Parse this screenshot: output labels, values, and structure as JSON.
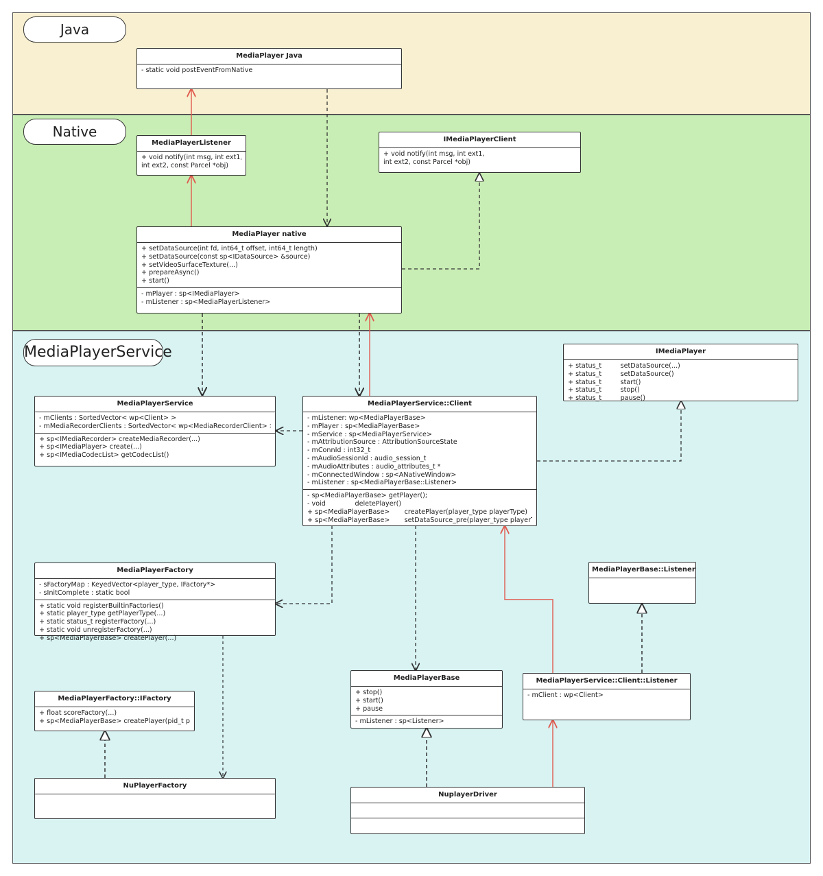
{
  "layers": {
    "java": "Java",
    "native": "Native",
    "service": "MediaPlayerService"
  },
  "colors": {
    "java_bg": "#f8f0d0",
    "native_bg": "#c9eeb5",
    "service_bg": "#d9f3f3",
    "association_red": "#e05a4f",
    "dependency_black": "#333333"
  },
  "classes": {
    "mediaplayer_java": {
      "title": "MediaPlayer Java",
      "sections": [
        [
          "- static void postEventFromNative"
        ]
      ]
    },
    "mediaplayer_listener": {
      "title": "MediaPlayerListener",
      "sections": [
        [
          "+ void notify(int msg, int ext1,",
          "int ext2, const Parcel *obj)"
        ]
      ]
    },
    "imediaplayer_client": {
      "title": "IMediaPlayerClient",
      "sections": [
        [
          "+ void notify(int msg, int ext1,",
          "int ext2, const Parcel *obj)"
        ]
      ]
    },
    "mediaplayer_native": {
      "title": "MediaPlayer native",
      "sections": [
        [
          "+ setDataSource(int fd, int64_t offset, int64_t length)",
          "+ setDataSource(const sp<IDataSource> &source)",
          "+ setVideoSurfaceTexture(...)",
          "+ prepareAsync()",
          "+ start()"
        ],
        [
          "- mPlayer : sp<IMediaPlayer>",
          "- mListener : sp<MediaPlayerListener>"
        ]
      ]
    },
    "imediaplayer": {
      "title": "IMediaPlayer",
      "sections": [
        [
          "+ status_t         setDataSource(...)",
          "+ status_t         setDataSource()",
          "+ status_t         start()",
          "+ status_t         stop()",
          "+ status_t         pause()"
        ]
      ]
    },
    "mediaplayer_service": {
      "title": "MediaPlayerService",
      "sections": [
        [
          "- mClients : SortedVector< wp<Client> >",
          "- mMediaRecorderClients : SortedVector< wp<MediaRecorderClient> >"
        ],
        [
          "+ sp<IMediaRecorder> createMediaRecorder(...)",
          "+ sp<IMediaPlayer> create(...)",
          "+ sp<IMediaCodecList> getCodecList()"
        ]
      ]
    },
    "mediaplayer_service_client": {
      "title": "MediaPlayerService::Client",
      "sections": [
        [
          "- mListener: wp<MediaPlayerBase>",
          "- mPlayer : sp<MediaPlayerBase>",
          "- mService : sp<MediaPlayerService>",
          "- mAttributionSource : AttributionSourceState",
          "- mConnId : int32_t",
          "- mAudioSessionId : audio_session_t",
          "- mAudioAttributes : audio_attributes_t *",
          "- mConnectedWindow : sp<ANativeWindow>",
          "- mListener : sp<MediaPlayerBase::Listener>"
        ],
        [
          "- sp<MediaPlayerBase> getPlayer();",
          "- void              deletePlayer()",
          "+ sp<MediaPlayerBase>       createPlayer(player_type playerType)",
          "+ sp<MediaPlayerBase>       setDataSource_pre(player_type playerType)"
        ]
      ]
    },
    "mediaplayer_factory": {
      "title": "MediaPlayerFactory",
      "sections": [
        [
          "- sFactoryMap : KeyedVector<player_type, IFactory*>",
          "- sInitComplete : static bool"
        ],
        [
          "+ static void registerBuiltinFactories()",
          "+ static player_type getPlayerType(...)",
          "+ static status_t registerFactory(...)",
          "+ static void unregisterFactory(...)",
          "+ sp<MediaPlayerBase> createPlayer(...)"
        ]
      ]
    },
    "mediaplayerbase_listener": {
      "title": "MediaPlayerBase::Listener",
      "sections": [
        []
      ]
    },
    "mediaplayer_factory_ifactory": {
      "title": "MediaPlayerFactory::IFactory",
      "sections": [
        [
          "+ float scoreFactory(...)",
          "+ sp<MediaPlayerBase> createPlayer(pid_t pid)"
        ]
      ]
    },
    "mediaplayer_base": {
      "title": "MediaPlayerBase",
      "sections": [
        [
          "+ stop()",
          "+ start()",
          "+ pause"
        ],
        [
          "- mListener : sp<Listener>"
        ]
      ]
    },
    "mediaplayer_service_client_listener": {
      "title": "MediaPlayerService::Client::Listener",
      "sections": [
        [
          "- mClient : wp<Client>"
        ]
      ]
    },
    "nuplayer_factory": {
      "title": "NuPlayerFactory",
      "sections": [
        []
      ]
    },
    "nuplayer_driver": {
      "title": "NuplayerDriver",
      "sections": [
        [],
        []
      ]
    }
  }
}
